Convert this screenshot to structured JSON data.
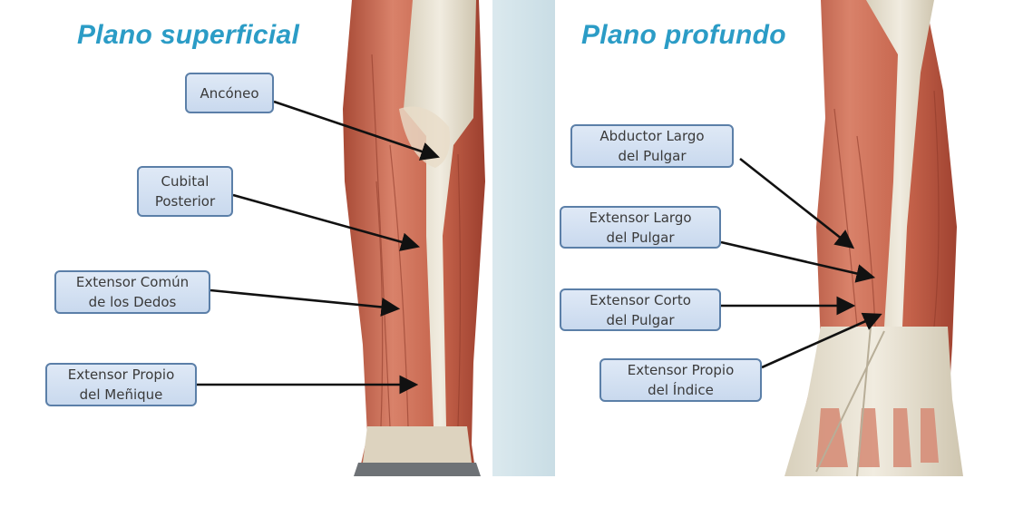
{
  "panels": [
    {
      "title": "Plano superficial",
      "labels": [
        {
          "line1": "Ancóneo",
          "line2": ""
        },
        {
          "line1": "Cubital",
          "line2": "Posterior"
        },
        {
          "line1": "Extensor Común",
          "line2": "de los Dedos"
        },
        {
          "line1": "Extensor Propio",
          "line2": "del Meñique"
        }
      ]
    },
    {
      "title": "Plano profundo",
      "labels": [
        {
          "line1": "Abductor Largo",
          "line2": "del Pulgar"
        },
        {
          "line1": "Extensor Largo",
          "line2": "del Pulgar"
        },
        {
          "line1": "Extensor Corto",
          "line2": "del Pulgar"
        },
        {
          "line1": "Extensor Propio",
          "line2": "del Índice"
        }
      ]
    }
  ],
  "colors": {
    "title": "#2b9cc6",
    "box_border": "#5b7fa8",
    "box_fill": "#d4e2f2",
    "muscle": "#c8664e",
    "tendon": "#e6dfcf"
  }
}
